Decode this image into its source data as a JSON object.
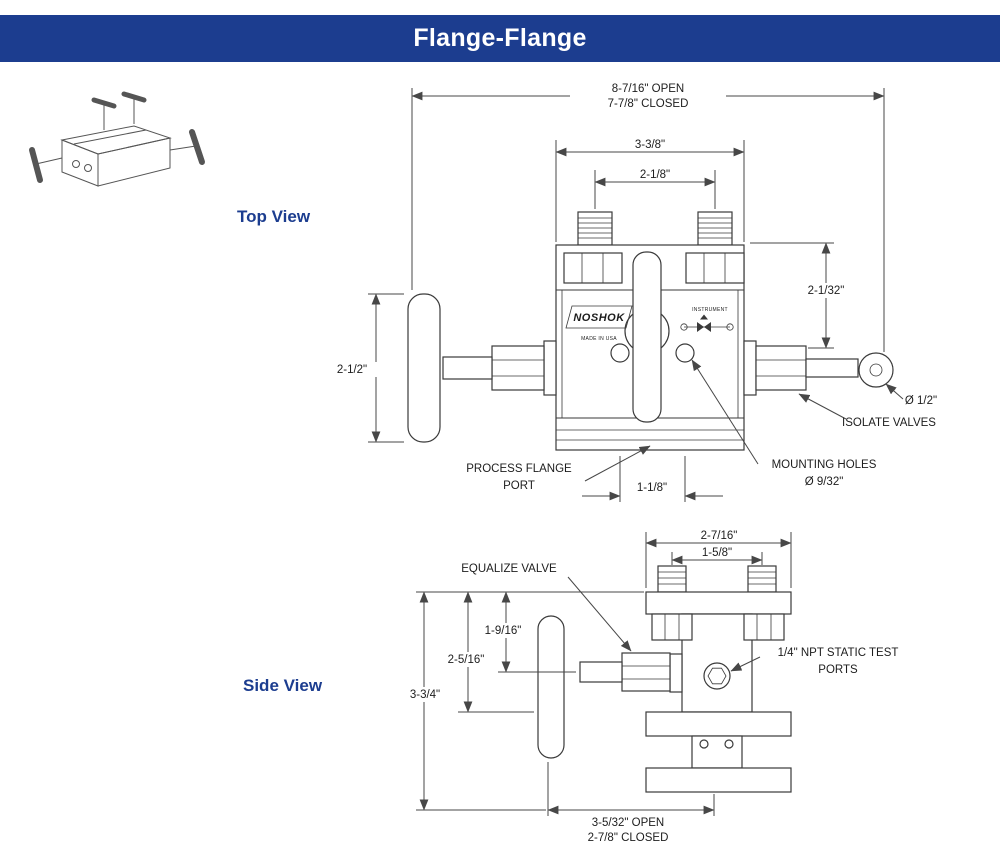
{
  "header": {
    "title": "Flange-Flange"
  },
  "view_labels": {
    "top": "Top View",
    "side": "Side View"
  },
  "colors": {
    "banner_bg": "#1c3d8f",
    "banner_text": "#ffffff",
    "view_label_blue": "#1c3d8f",
    "line": "#3a3a3a"
  },
  "top_view": {
    "dims": {
      "overall_open": "8-7/16\" OPEN",
      "overall_closed": "7-7/8\" CLOSED",
      "body_width": "3-3/8\"",
      "stud_spacing": "2-1/8\"",
      "body_depth": "2-1/32\"",
      "handle_length": "2-1/2\"",
      "hole_spacing": "1-1/8\""
    },
    "labels": {
      "handle_diameter": "Ø 1/2\"",
      "isolate_valves": "ISOLATE VALVES",
      "process_flange_1": "PROCESS FLANGE",
      "process_flange_2": "PORT",
      "mounting_holes_1": "MOUNTING HOLES",
      "mounting_holes_2": "Ø 9/32\""
    },
    "body_markings": {
      "brand": "NOSHOK",
      "made_in": "MADE IN USA",
      "instrument": "INSTRUMENT"
    }
  },
  "side_view": {
    "dims": {
      "flange_width": "2-7/16\"",
      "stud_spacing": "1-5/8\"",
      "valve_height": "1-9/16\"",
      "body_height": "2-5/16\"",
      "overall_height": "3-3/4\"",
      "overall_open": "3-5/32\" OPEN",
      "overall_closed": "2-7/8\" CLOSED"
    },
    "labels": {
      "equalize_valve": "EQUALIZE VALVE",
      "static_test_1": "1/4\" NPT STATIC TEST",
      "static_test_2": "PORTS"
    }
  }
}
